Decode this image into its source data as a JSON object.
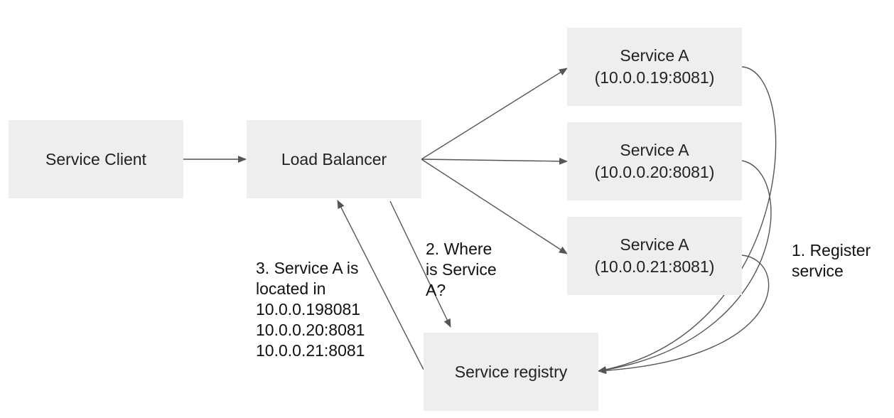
{
  "nodes": {
    "client": {
      "label": "Service Client"
    },
    "load_balancer": {
      "label": "Load Balancer"
    },
    "service_a1": {
      "name": "Service A",
      "address": "(10.0.0.19:8081)"
    },
    "service_a2": {
      "name": "Service A",
      "address": "(10.0.0.20:8081)"
    },
    "service_a3": {
      "name": "Service A",
      "address": "(10.0.0.21:8081)"
    },
    "registry": {
      "label": "Service registry"
    }
  },
  "edge_labels": {
    "register": [
      "1. Register",
      "service"
    ],
    "where": [
      "2. Where",
      "is Service",
      "A?"
    ],
    "located": [
      "3. Service A is",
      "located in",
      "10.0.0.198081",
      "10.0.0.20:8081",
      "10.0.0.21:8081"
    ]
  },
  "colors": {
    "box_fill": "#eeeeee",
    "edge": "#555555",
    "text": "#222222"
  }
}
